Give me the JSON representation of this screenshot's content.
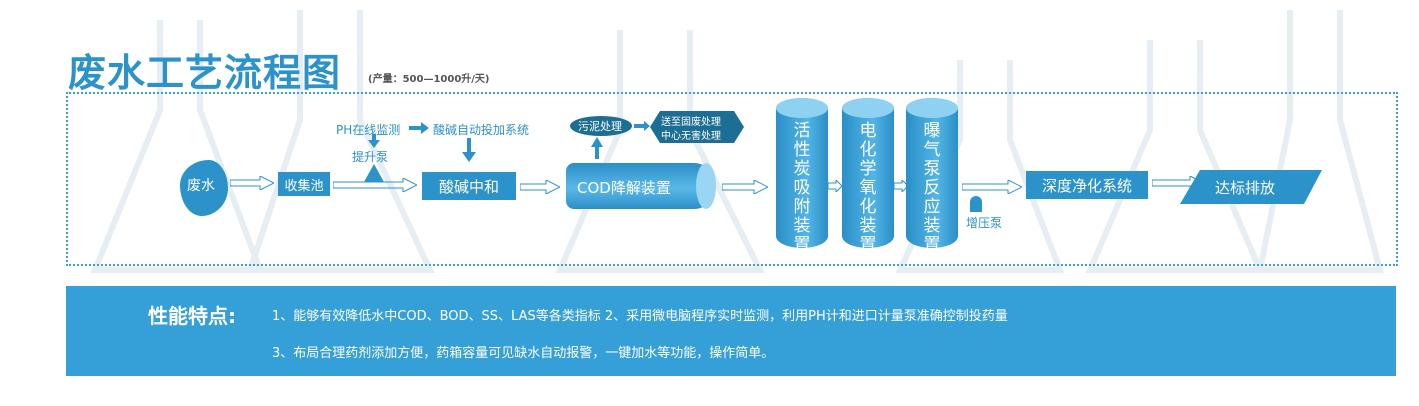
{
  "header": {
    "title": "废水工艺流程图",
    "subtitle": "(产量：500—1000升/天)"
  },
  "flow": {
    "wastewater": "废水",
    "collection_tank": "收集池",
    "ph_monitor": "PH在线监测",
    "acid_base_dosing": "酸碱自动投加系统",
    "lift_pump": "提升泵",
    "neutralization": "酸碱中和",
    "cod_unit": "COD降解装置",
    "sludge": "污泥处理",
    "solid_waste": [
      "送至固废处理",
      "中心无害处理"
    ],
    "activated_carbon": "活性炭吸附装置",
    "electrochemical": "电化学氧化装置",
    "aeration": "曝气泵反应装置",
    "booster_pump": "增压泵",
    "deep_purification": "深度净化系统",
    "discharge": "达标排放"
  },
  "features": {
    "heading": "性能特点:",
    "line1": "1、能够有效降低水中COD、BOD、SS、LAS等各类指标   2、采用微电脑程序实时监测，利用PH计和进口计量泵准确控制投药量",
    "line2": "3、布局合理药剂添加方便，药箱容量可见缺水自动报警，一键加水等功能，操作简单。"
  },
  "colors": {
    "primary": "#2b93c9",
    "panel": "#35a0d8",
    "dark_box": "#1d6e94"
  }
}
